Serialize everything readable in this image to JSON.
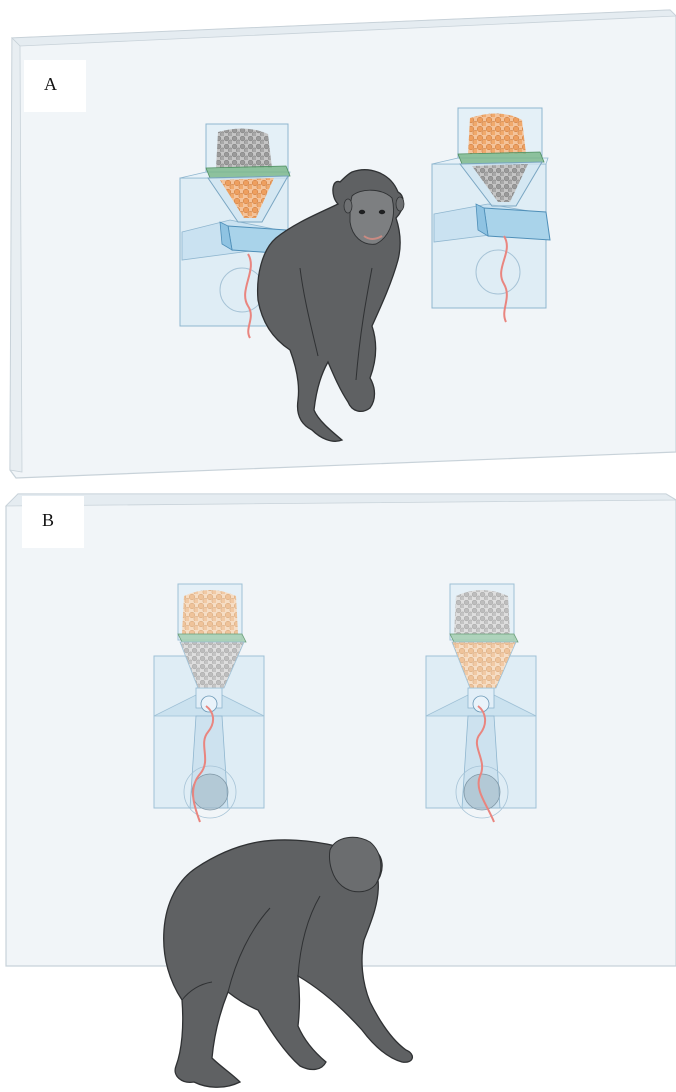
{
  "panels": [
    {
      "id": "A",
      "label": "A"
    },
    {
      "id": "B",
      "label": "B"
    }
  ],
  "colors": {
    "wall": "#f2f6f9",
    "wall_edge": "#c9d3da",
    "apparatus_fill": "#d6e8f4",
    "apparatus_stroke": "#8fb6cf",
    "tray_fill": "#a9d3ea",
    "shelf_green": "#7cb98d",
    "food_orange": "#f1b07a",
    "food_gray": "#a3a3a3",
    "string_red": "#e9857f",
    "chimp_fill": "#5f6163",
    "chimp_stroke": "#2f3133"
  },
  "icons": [
    "food-dispenser-icon",
    "chimpanzee-icon",
    "rope-string-icon",
    "food-pellets-icon"
  ]
}
